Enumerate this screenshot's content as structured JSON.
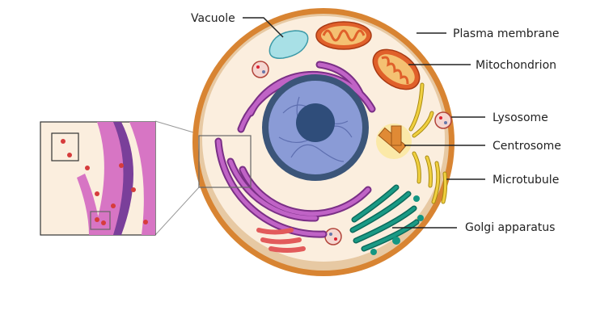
{
  "diagram": {
    "title": "Animal cell",
    "labels": {
      "vacuole": "Vacuole",
      "plasma_membrane": "Plasma membrane",
      "mitochondrion": "Mitochondrion",
      "lysosome": "Lysosome",
      "centrosome": "Centrosome",
      "microtubule": "Microtubule",
      "golgi": "Golgi apparatus"
    },
    "colors": {
      "membrane": "#e08a35",
      "cytoplasm": "#fbeede",
      "nucleus": "#8a9bd6",
      "nucleolus": "#2f4d7a",
      "er": "#b55bbf",
      "golgi": "#139682",
      "mitochondrion": "#e0602a",
      "vacuole": "#a8e0e6",
      "microtubule": "#e6c43a"
    }
  }
}
